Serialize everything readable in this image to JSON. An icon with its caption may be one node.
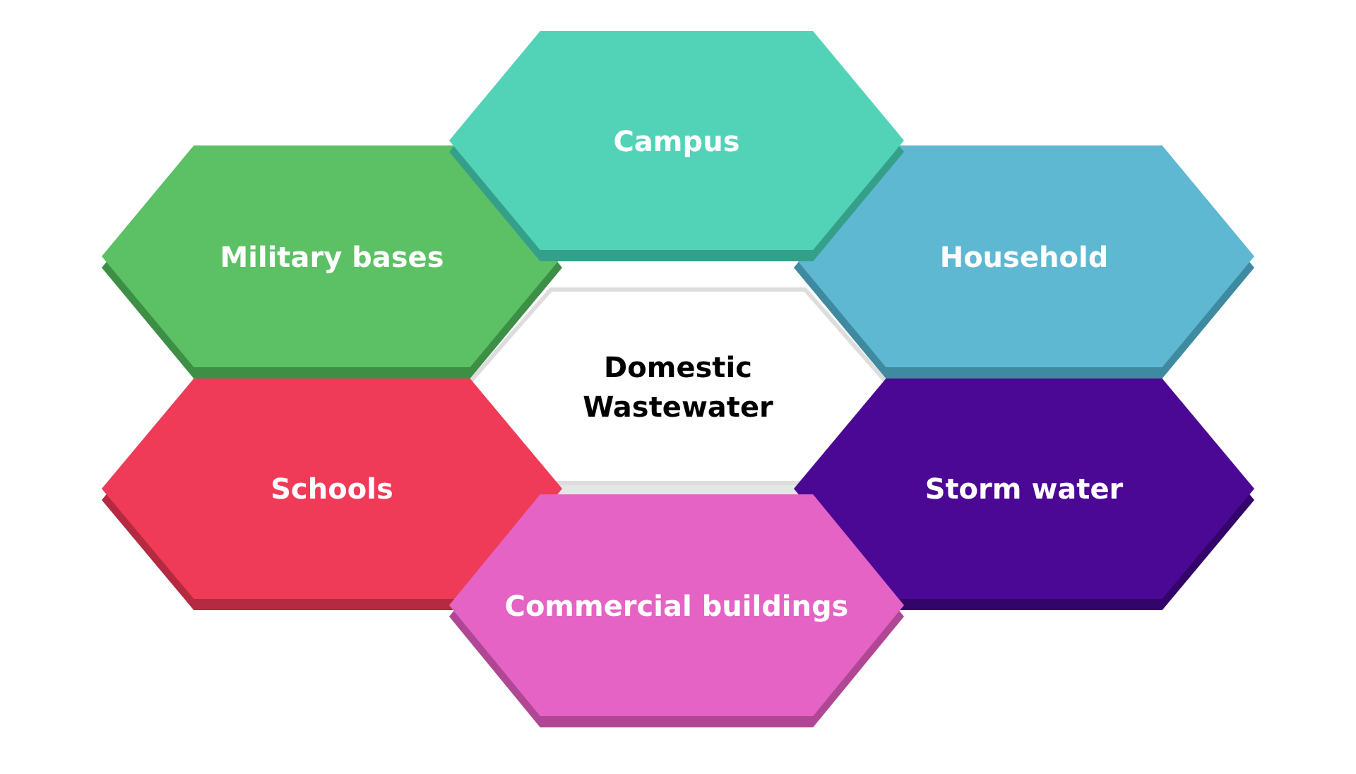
{
  "diagram": {
    "nodes": [
      {
        "text": [
          "Campus"
        ]
      },
      {
        "text": [
          "Military bases"
        ]
      },
      {
        "text": [
          "Household"
        ]
      },
      {
        "text": [
          "Domestic Wastewater"
        ]
      },
      {
        "text": [
          "Schools"
        ]
      },
      {
        "text": [
          "Storm water"
        ]
      },
      {
        "text": [
          "Commercial buildings"
        ]
      }
    ]
  }
}
